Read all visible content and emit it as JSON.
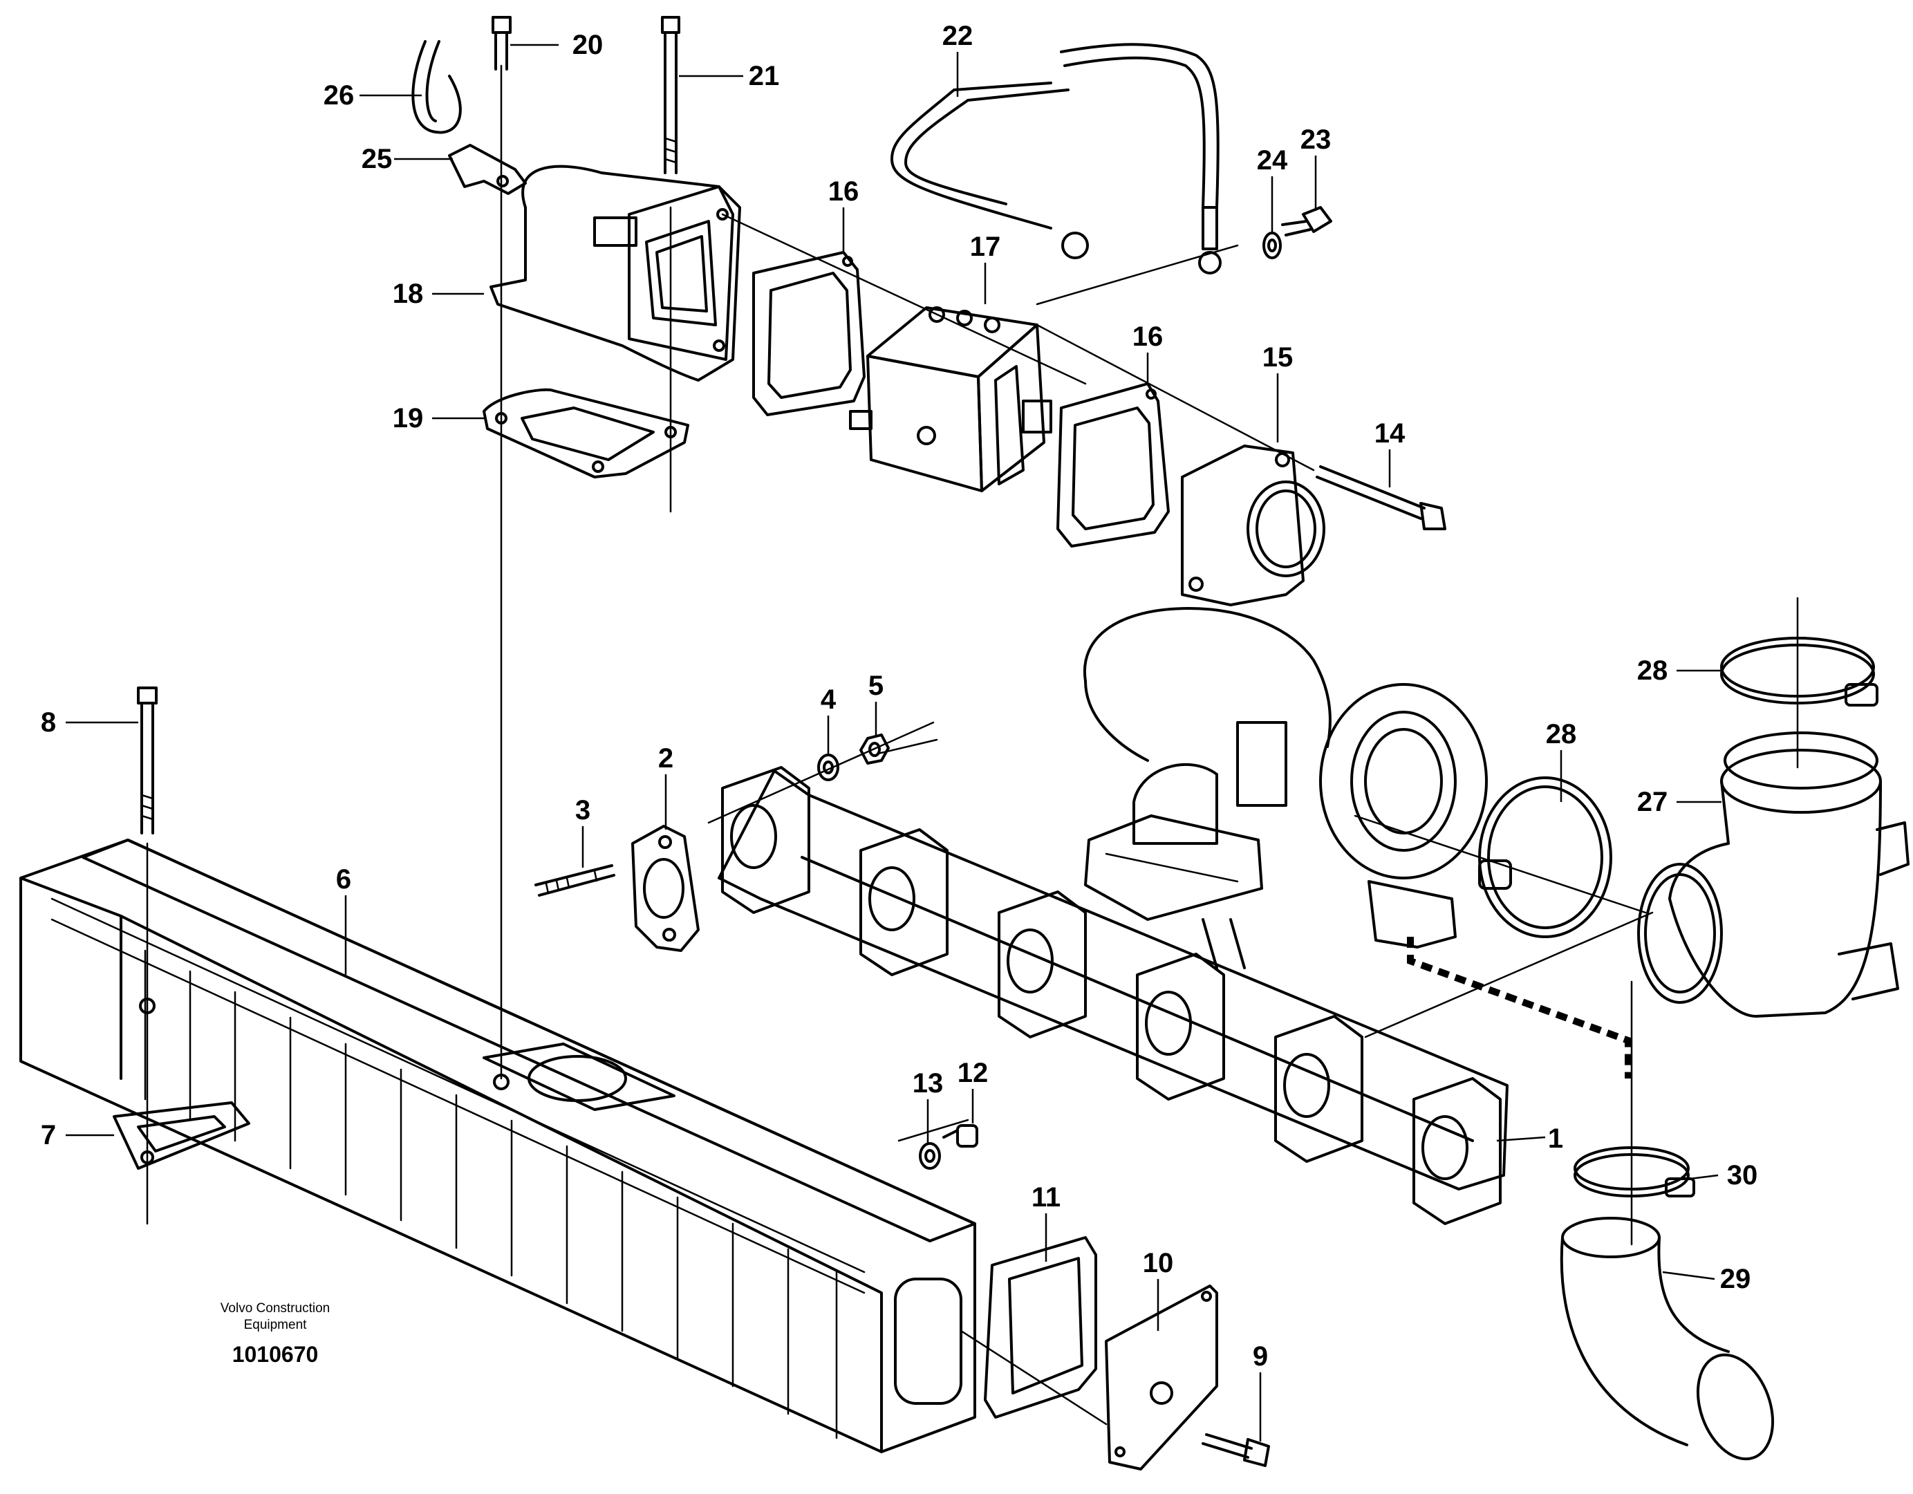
{
  "callouts": [
    "1",
    "2",
    "3",
    "4",
    "5",
    "6",
    "7",
    "8",
    "9",
    "10",
    "11",
    "12",
    "13",
    "14",
    "15",
    "16",
    "16",
    "17",
    "18",
    "19",
    "20",
    "21",
    "22",
    "23",
    "24",
    "25",
    "26",
    "27",
    "28",
    "28",
    "29",
    "30"
  ],
  "caption": {
    "line1": "Volvo Construction",
    "line2": "Equipment",
    "code": "1010670"
  }
}
